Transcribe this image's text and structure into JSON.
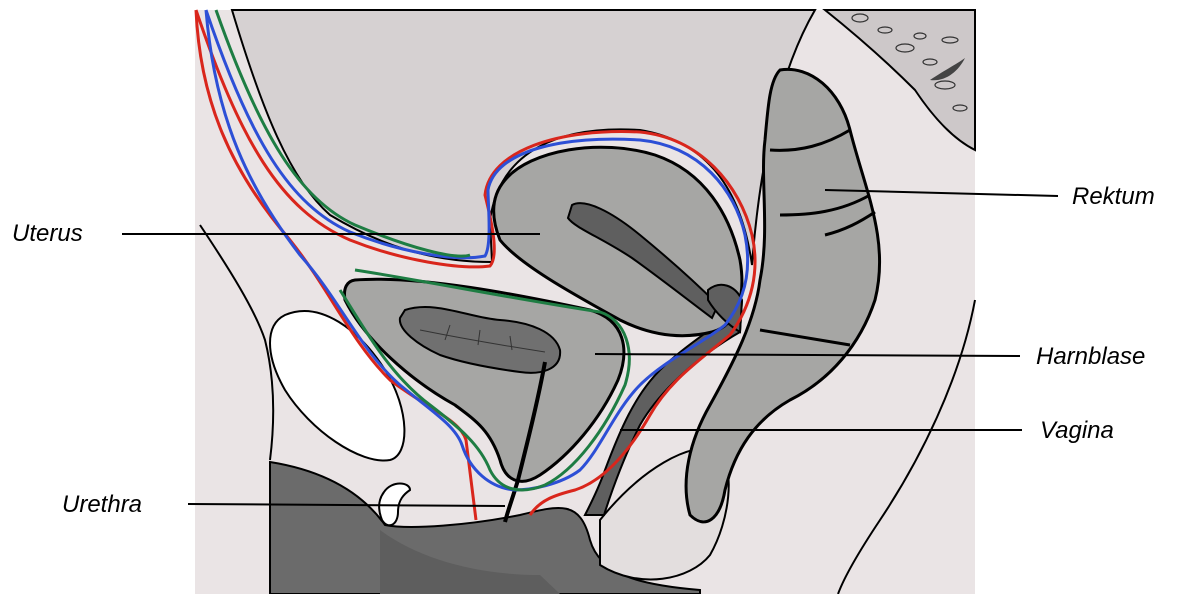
{
  "labels": {
    "uterus": "Uterus",
    "rektum": "Rektum",
    "harnblase": "Harnblase",
    "vagina": "Vagina",
    "urethra": "Urethra"
  },
  "colors": {
    "background_tissue": "#eae4e5",
    "abdomen": "#d6d1d2",
    "organ_gray": "#a6a6a4",
    "bladder_lumen": "#707070",
    "dark_floor": "#6b6b6b",
    "bone": "#ffffff",
    "fascia_red": "#d9261c",
    "fascia_blue": "#2d4fd6",
    "fascia_green": "#1e7d43"
  }
}
